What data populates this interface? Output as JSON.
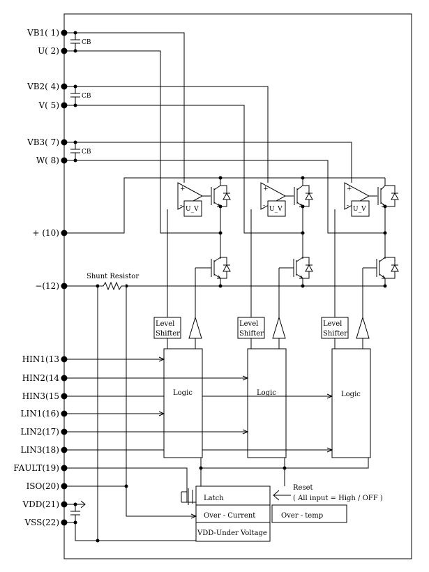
{
  "pins": [
    {
      "id": "vb1",
      "label": "VB1( 1)"
    },
    {
      "id": "u",
      "label": "U( 2)"
    },
    {
      "id": "vb2",
      "label": "VB2( 4)"
    },
    {
      "id": "v",
      "label": "V( 5)"
    },
    {
      "id": "vb3",
      "label": "VB3( 7)"
    },
    {
      "id": "w",
      "label": "W( 8)"
    },
    {
      "id": "plus",
      "label": "+ (10)"
    },
    {
      "id": "minus",
      "label": "−(12)"
    },
    {
      "id": "hin1",
      "label": "HIN1(13"
    },
    {
      "id": "hin2",
      "label": "HIN2(14"
    },
    {
      "id": "hin3",
      "label": "HIN3(15"
    },
    {
      "id": "lin1",
      "label": "LIN1(16)"
    },
    {
      "id": "lin2",
      "label": "LIN2(17)"
    },
    {
      "id": "lin3",
      "label": "LIN3(18)"
    },
    {
      "id": "fault",
      "label": "FAULT(19)"
    },
    {
      "id": "iso",
      "label": "ISO(20)"
    },
    {
      "id": "vdd",
      "label": "VDD(21)"
    },
    {
      "id": "vss",
      "label": "VSS(22)"
    }
  ],
  "labels": {
    "cb": "CB",
    "uv": "U_V",
    "level": "Level",
    "shifter": "Shifter",
    "logic": "Logic",
    "shunt": "Shunt Resistor",
    "latch": "Latch",
    "over_current": "Over - Current",
    "over_temp": "Over - temp",
    "vdd_uv": "VDD-Under Voltage",
    "reset": "Reset",
    "reset_note": "( All input = High / OFF )"
  }
}
